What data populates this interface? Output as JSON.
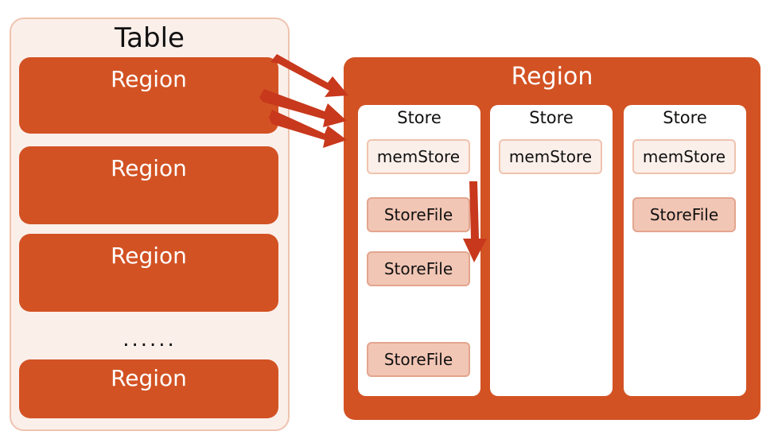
{
  "table": {
    "title": "Table",
    "regions": [
      "Region",
      "Region",
      "Region",
      "Region"
    ],
    "ellipsis": "......"
  },
  "region": {
    "title": "Region",
    "stores": [
      {
        "title": "Store",
        "memstore": "memStore",
        "storefiles": [
          "StoreFile",
          "StoreFile",
          "StoreFile"
        ]
      },
      {
        "title": "Store",
        "memstore": "memStore",
        "storefiles": []
      },
      {
        "title": "Store",
        "memstore": "memStore",
        "storefiles": [
          "StoreFile"
        ]
      }
    ]
  },
  "colors": {
    "region_fill": "#d25223",
    "table_fill": "#fbefea",
    "storefile_fill": "#f2c6b5",
    "arrow": "#c8381c"
  }
}
